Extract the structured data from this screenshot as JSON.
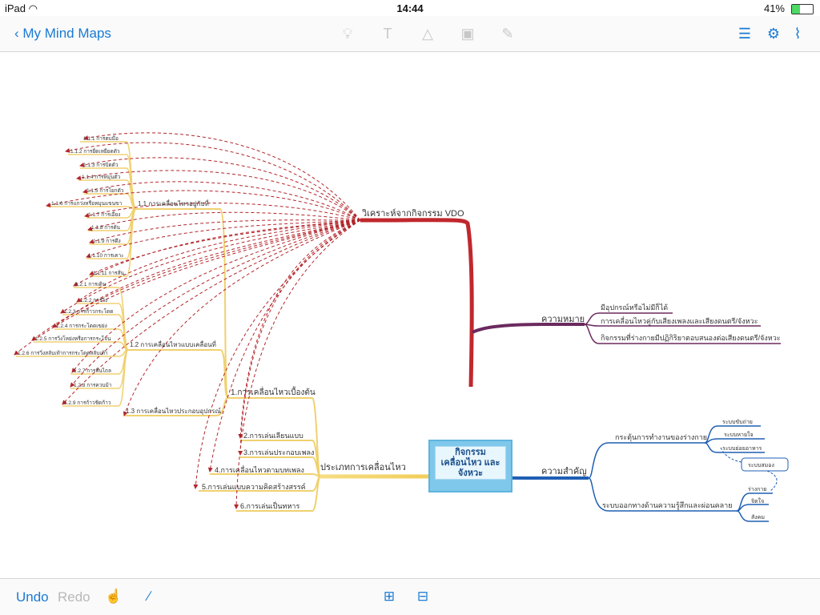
{
  "status": {
    "device": "iPad",
    "time": "14:44",
    "battery": "41%"
  },
  "toolbar": {
    "back_label": "My Mind Maps"
  },
  "bottom": {
    "undo_label": "Undo",
    "redo_label": "Redo"
  },
  "colors": {
    "accent": "#1a7ad4",
    "branch_red": "#c0282d",
    "branch_purple": "#6b2a5f",
    "branch_blue": "#1f5fb4",
    "branch_yellow": "#f2d46a",
    "arrow": "#b3262b"
  },
  "map": {
    "center": "กิจกรรมเคลื่อนไหว และจังหวะ",
    "branches": {
      "vdo": "วิเคราะห์จากกิจกรรม VDO",
      "meaning": "ความหมาย",
      "meaning_items": [
        "มีอุปกรณ์หรือไม่มีก็ได้",
        "การเคลื่อนไหวคู่กับเสียงเพลงและเสียงดนตรี/จังหวะ",
        "กิจกรรมที่ร่างกายมีปฏิกิริยาตอบสนองต่อเสียงดนตรี/จังหวะ"
      ],
      "importance": "ความสำคัญ",
      "importance_a": "กระตุ้นการทำงานของร่างกาย",
      "importance_a_items": [
        "ระบบขับถ่าย",
        "ระบบหายใจ",
        "ระบบย่อยอาหาร",
        "ระบบสมอง"
      ],
      "importance_b": "ระบบออกทางด้านความรู้สึกและผ่อนคลาย",
      "importance_b_items": [
        "ร่างกาย",
        "จิตใจ",
        "สังคม"
      ],
      "types": "ประเภทการเคลื่อนไหว",
      "types_items": [
        "1.การเคลื่อนไหวเบื้องต้น",
        "2.การเล่นเลียนแบบ",
        "3.การเล่นประกอบเพลง",
        "4.การเคลื่อนไหวตามบทเพลง",
        "5.การเล่นแบบความคิดสร้างสรรค์",
        "6.การเล่นเป็นทหาร"
      ],
      "sub_11": "1.1 การเคลื่อนไหวอยู่กับที่",
      "sub_11_items": [
        "1.1.1 การตบมือ",
        "1.1.2 การยืดเหยียดตัว",
        "1.1.3 การบิดตัว",
        "1.1.4 การหมุนตัว",
        "1.1.5 การโยกตัว",
        "1.1.6 การแกว่งหรือหมุนแขนขา",
        "1.1.7 การเอียง",
        "1.1.8 การดัน",
        "1.1.9 การดึง",
        "1.1.10 การเคาะ",
        "1.1.11 การสั่น"
      ],
      "sub_12": "1.2 การเคลื่อนไหวแบบเคลื่อนที่",
      "sub_12_items": [
        "1.2.1 การเดิน",
        "1.2.2 การวิ่ง",
        "1.2.3 การก้าวกระโดด",
        "1.2.4 การกระโดดเขย่ง",
        "1.2.5 การวิ่งโหย่งหรือการกระโจน",
        "1.2.6 การวิ่งสลับเท้าการกระโดดสลับเท้า",
        "1.2.7 การลื่นไถล",
        "1.2.8 การควบม้า",
        "1.2.9 การก้าวชิดก้าว"
      ],
      "sub_13": "1.3 การเคลื่อนไหวประกอบอุปกรณ์"
    }
  }
}
